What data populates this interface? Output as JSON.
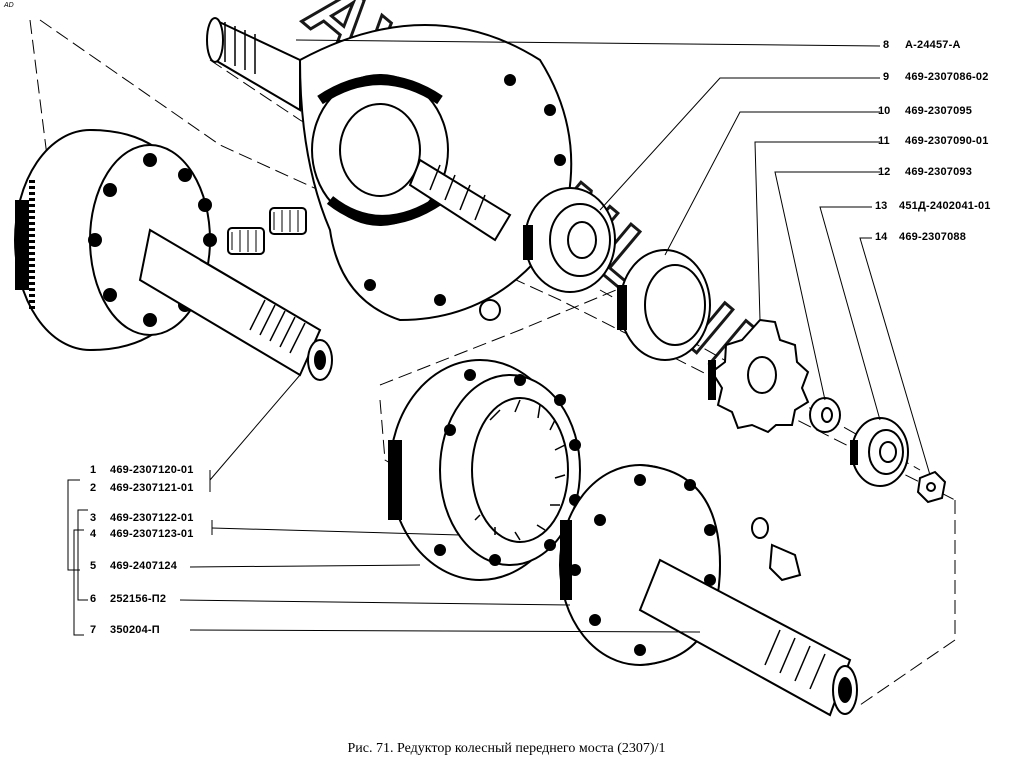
{
  "corner_mark": "AD",
  "caption": "Рис. 71. Редуктор колесный переднего моста (2307)/1",
  "watermark_text": "AVTOONLINE",
  "callouts_right": [
    {
      "num": "8",
      "code": "А-24457-А"
    },
    {
      "num": "9",
      "code": "469-2307086-02"
    },
    {
      "num": "10",
      "code": "469-2307095"
    },
    {
      "num": "11",
      "code": "469-2307090-01"
    },
    {
      "num": "12",
      "code": "469-2307093"
    },
    {
      "num": "13",
      "code": "451Д-2402041-01"
    },
    {
      "num": "14",
      "code": "469-2307088"
    }
  ],
  "callouts_left": [
    {
      "num": "1",
      "code": "469-2307120-01"
    },
    {
      "num": "2",
      "code": "469-2307121-01"
    },
    {
      "num": "3",
      "code": "469-2307122-01"
    },
    {
      "num": "4",
      "code": "469-2307123-01"
    },
    {
      "num": "5",
      "code": "469-2407124"
    },
    {
      "num": "6",
      "code": "252156-П2"
    },
    {
      "num": "7",
      "code": "350204-П"
    }
  ]
}
